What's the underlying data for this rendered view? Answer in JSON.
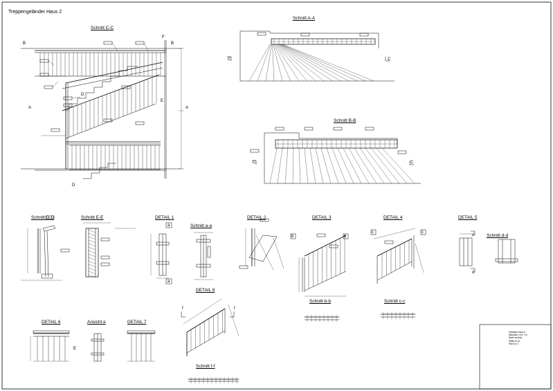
{
  "title": "Treppengeländer Haus 2",
  "views": {
    "schnitt_cc": "Schnitt C-C",
    "schnitt_aa": "Schnitt A-A",
    "schnitt_bb": "Schnitt B-B",
    "schnitt_dd": "Schnitt D-D",
    "schnitt_ee": "Schnitt E-E",
    "detail1": "DETAIL 1",
    "schnitt_aa_small": "Schnitt a-a",
    "detail2": "DETAIL 2",
    "detail3": "DETAIL 3",
    "detail4": "DETAIL 4",
    "detail5": "DETAIL 5",
    "schnitt_dd_small": "Schnitt d-d",
    "detail8": "DETAIL 8",
    "schnitt_bb_small": "Schnitt b-b",
    "schnitt_cc_small": "Schnitt c-c",
    "detail6": "DETAIL 6",
    "ansicht_e": "Ansicht e",
    "detail7": "DETAIL 7",
    "schnitt_ff": "Schnitt f-f"
  },
  "markers": {
    "A": "A",
    "B": "B",
    "C": "C",
    "D": "D",
    "E": "E",
    "F": "F",
    "a": "a",
    "b": "b",
    "c": "c",
    "d": "d",
    "f": "f"
  },
  "title_block": {
    "notes": [
      "Geländer Haus 2",
      "Maßstab 1:20 / 1:5",
      "Stahl verzinkt",
      "Stäbe Ø 12",
      "Plan Nr. 2"
    ]
  },
  "colors": {
    "line": "#000000",
    "hatch": "#555555",
    "paper": "#ffffff"
  }
}
